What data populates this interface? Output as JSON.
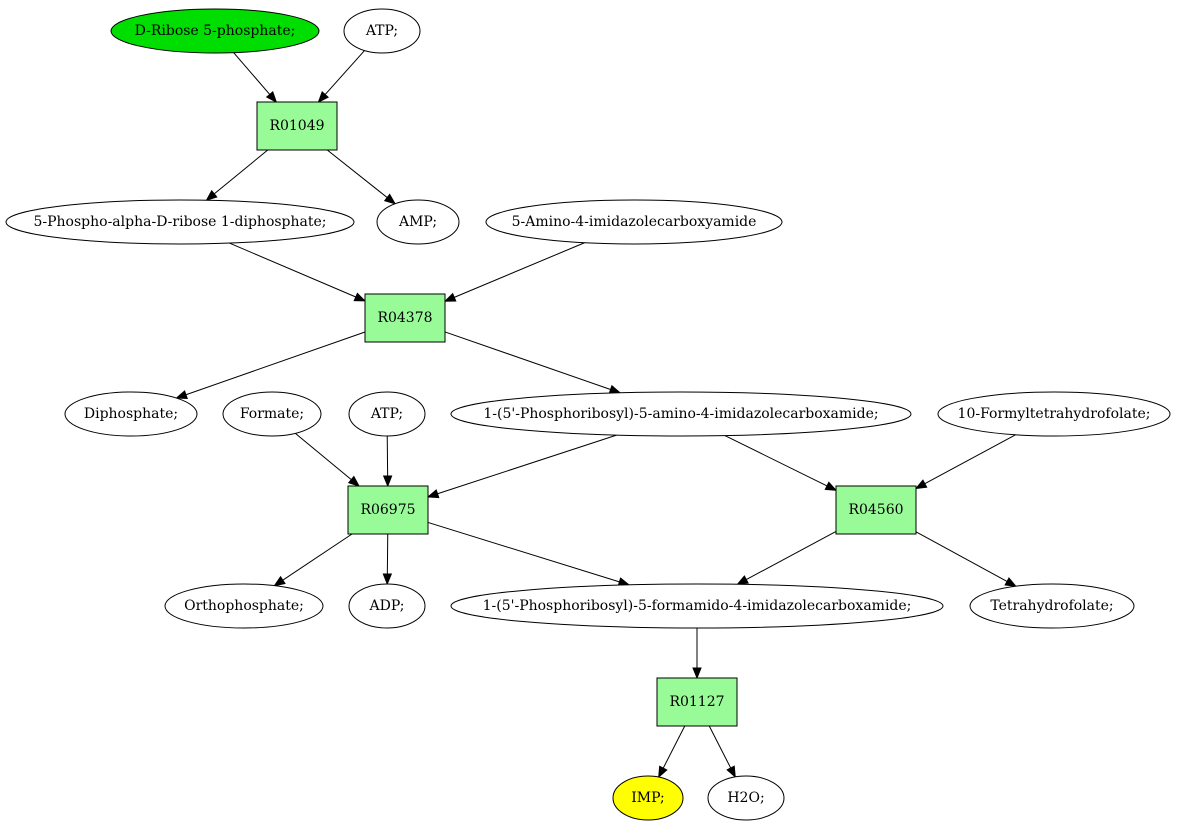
{
  "colors": {
    "reaction_fill": "#98fb98",
    "compound_fill": "#ffffff",
    "start_fill": "#00dd00",
    "end_fill": "#ffff00"
  },
  "compounds": {
    "d_ribose_5_phosphate": {
      "label": "D-Ribose 5-phosphate;",
      "role": "start"
    },
    "atp_1": {
      "label": "ATP;"
    },
    "prpp": {
      "label": "5-Phospho-alpha-D-ribose 1-diphosphate;"
    },
    "amp": {
      "label": "AMP;"
    },
    "aica": {
      "label": "5-Amino-4-imidazolecarboxyamide"
    },
    "diphosphate": {
      "label": "Diphosphate;"
    },
    "formate": {
      "label": "Formate;"
    },
    "atp_2": {
      "label": "ATP;"
    },
    "aicar": {
      "label": "1-(5'-Phosphoribosyl)-5-amino-4-imidazolecarboxamide;"
    },
    "formyl_thf": {
      "label": "10-Formyltetrahydrofolate;"
    },
    "orthophosphate": {
      "label": "Orthophosphate;"
    },
    "adp": {
      "label": "ADP;"
    },
    "faicar": {
      "label": "1-(5'-Phosphoribosyl)-5-formamido-4-imidazolecarboxamide;"
    },
    "thf": {
      "label": "Tetrahydrofolate;"
    },
    "imp": {
      "label": "IMP;",
      "role": "end"
    },
    "h2o": {
      "label": "H2O;"
    }
  },
  "reactions": {
    "r01049": {
      "label": "R01049"
    },
    "r04378": {
      "label": "R04378"
    },
    "r06975": {
      "label": "R06975"
    },
    "r04560": {
      "label": "R04560"
    },
    "r01127": {
      "label": "R01127"
    }
  },
  "edges": [
    {
      "from": "d_ribose_5_phosphate",
      "to": "r01049"
    },
    {
      "from": "atp_1",
      "to": "r01049"
    },
    {
      "from": "r01049",
      "to": "prpp"
    },
    {
      "from": "r01049",
      "to": "amp"
    },
    {
      "from": "prpp",
      "to": "r04378"
    },
    {
      "from": "aica",
      "to": "r04378"
    },
    {
      "from": "r04378",
      "to": "diphosphate"
    },
    {
      "from": "r04378",
      "to": "aicar"
    },
    {
      "from": "formate",
      "to": "r06975"
    },
    {
      "from": "atp_2",
      "to": "r06975"
    },
    {
      "from": "aicar",
      "to": "r06975"
    },
    {
      "from": "aicar",
      "to": "r04560"
    },
    {
      "from": "formyl_thf",
      "to": "r04560"
    },
    {
      "from": "r06975",
      "to": "orthophosphate"
    },
    {
      "from": "r06975",
      "to": "adp"
    },
    {
      "from": "r06975",
      "to": "faicar"
    },
    {
      "from": "r04560",
      "to": "faicar"
    },
    {
      "from": "r04560",
      "to": "thf"
    },
    {
      "from": "faicar",
      "to": "r01127"
    },
    {
      "from": "r01127",
      "to": "imp"
    },
    {
      "from": "r01127",
      "to": "h2o"
    }
  ]
}
